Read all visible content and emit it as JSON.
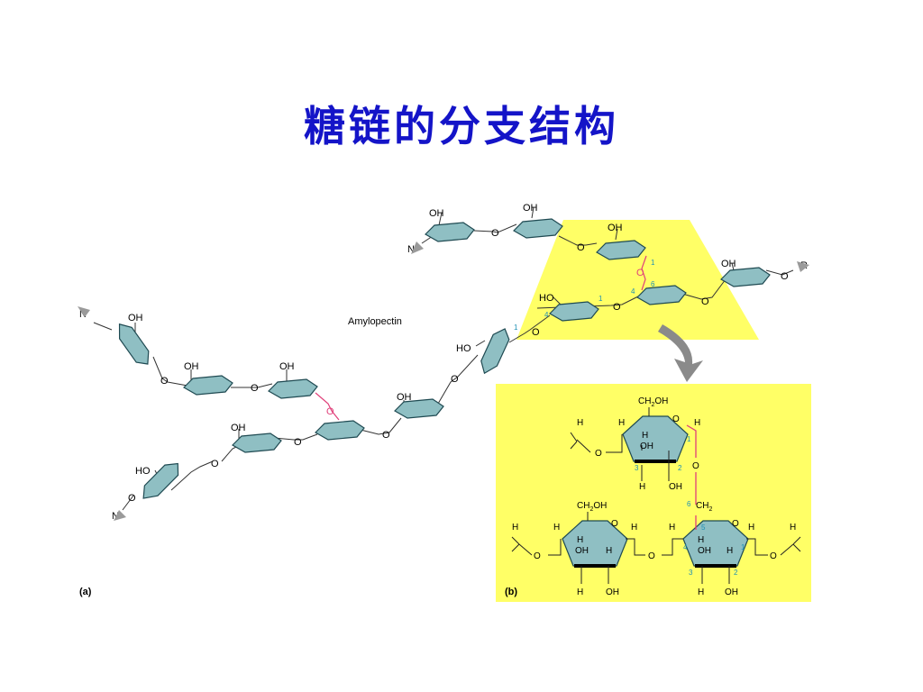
{
  "title": "糖链的分支结构",
  "colors": {
    "title": "#1414c8",
    "sugar_fill": "#8fbfc3",
    "sugar_stroke": "#1f4a52",
    "highlight": "#ffff66",
    "panel": "#ffff66",
    "branch_bond": "#e0407a",
    "number": "#1e90b4",
    "arrow": "#8a8a8a"
  },
  "panel_a": {
    "label": "Amylopectin",
    "caption": "(a)",
    "atoms": {
      "oh": "OH",
      "ho": "HO",
      "o": "O",
      "n": "N",
      "r": "R",
      "c1": "1",
      "c4": "4",
      "c6": "6"
    }
  },
  "panel_b": {
    "caption": "(b)",
    "atoms": {
      "ch2oh_c": "CH",
      "ch2oh_sub": "2",
      "ch2oh_oh": "OH",
      "ch2_c": "CH",
      "ch2_sub": "2",
      "h": "H",
      "oh": "OH",
      "o": "O",
      "n1": "1",
      "n2": "2",
      "n3": "3",
      "n4": "4",
      "n5": "5",
      "n6": "6"
    }
  }
}
